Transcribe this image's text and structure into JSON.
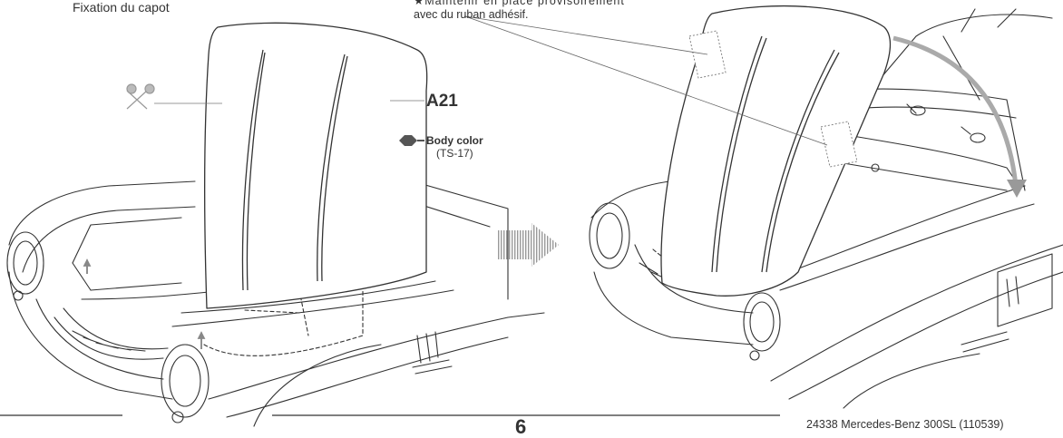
{
  "step": {
    "heading": "Fixation du capot",
    "note_line1": "★Maintenir en place provisoirement",
    "note_line2": "avec du ruban adhésif.",
    "part_label": "A21",
    "paint": {
      "label": "Body color",
      "code": "(TS-17)",
      "swatch_color": "#555555"
    }
  },
  "page": {
    "number": "6",
    "footer": "24338 Mercedes-Benz 300SL (110539)"
  },
  "colors": {
    "line": "#333333",
    "arrow": "#aaaaaa"
  }
}
